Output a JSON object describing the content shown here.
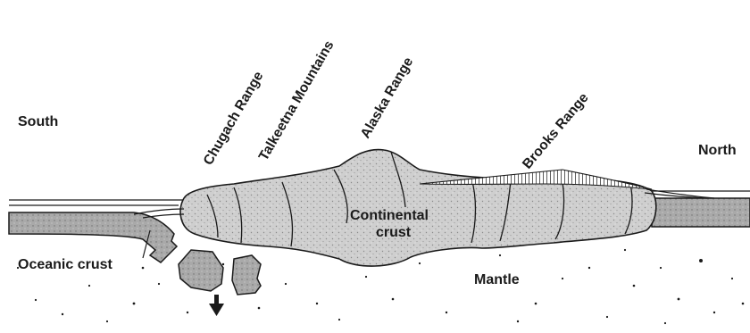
{
  "labels": {
    "south": "South",
    "north": "North",
    "mantle": "Mantle",
    "oceanic_crust": "Oceanic crust",
    "continental_crust_line1": "Continental",
    "continental_crust_line2": "crust"
  },
  "ranges": {
    "chugach": "Chugach Range",
    "talkeetna": "Talkeetna Mountains",
    "alaska": "Alaska Range",
    "brooks": "Brooks Range"
  },
  "colors": {
    "ink": "#1a1a1a",
    "crust_fill": "#cfcfcf",
    "oceanic_fill": "#a9a9a9",
    "background": "#ffffff"
  },
  "icons": {
    "subduction_arrow": "arrow-down-icon"
  }
}
